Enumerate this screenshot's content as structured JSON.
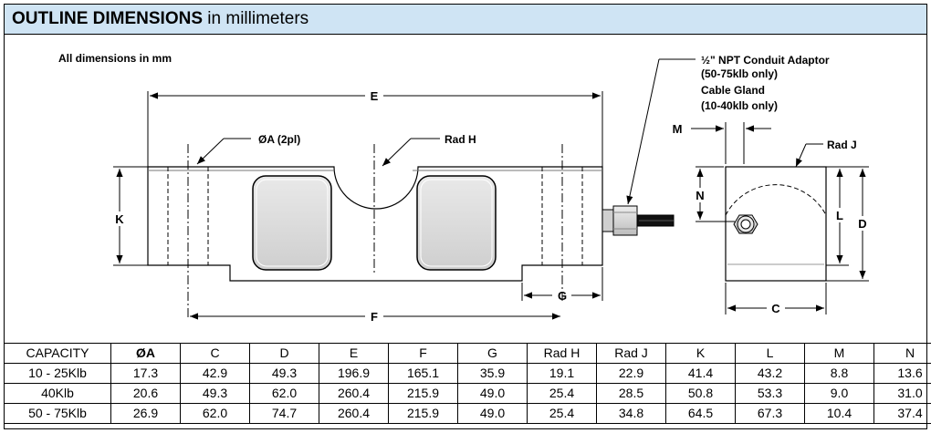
{
  "header": {
    "title_bold": "OUTLINE DIMENSIONS",
    "title_rest": "in millimeters",
    "background_color": "#cfe4f4"
  },
  "drawing": {
    "note": "All dimensions in mm",
    "labels": {
      "E": "E",
      "F": "F",
      "G": "G",
      "K": "K",
      "oa": "ØA (2pl)",
      "radh": "Rad H",
      "radj": "Rad J",
      "M": "M",
      "N": "N",
      "L": "L",
      "D": "D",
      "C": "C"
    },
    "conduit_note": [
      "½\" NPT Conduit Adaptor",
      "(50-75klb only)",
      "Cable Gland",
      "(10-40klb only)"
    ]
  },
  "table": {
    "columns": [
      "CAPACITY",
      "ØA",
      "C",
      "D",
      "E",
      "F",
      "G",
      "Rad H",
      "Rad J",
      "K",
      "L",
      "M",
      "N"
    ],
    "rows": [
      [
        "10 - 25Klb",
        "17.3",
        "42.9",
        "49.3",
        "196.9",
        "165.1",
        "35.9",
        "19.1",
        "22.9",
        "41.4",
        "43.2",
        "8.8",
        "13.6"
      ],
      [
        "40Klb",
        "20.6",
        "49.3",
        "62.0",
        "260.4",
        "215.9",
        "49.0",
        "25.4",
        "28.5",
        "50.8",
        "53.3",
        "9.0",
        "31.0"
      ],
      [
        "50 - 75Klb",
        "26.9",
        "62.0",
        "74.7",
        "260.4",
        "215.9",
        "49.0",
        "25.4",
        "34.8",
        "64.5",
        "67.3",
        "10.4",
        "37.4"
      ]
    ]
  }
}
